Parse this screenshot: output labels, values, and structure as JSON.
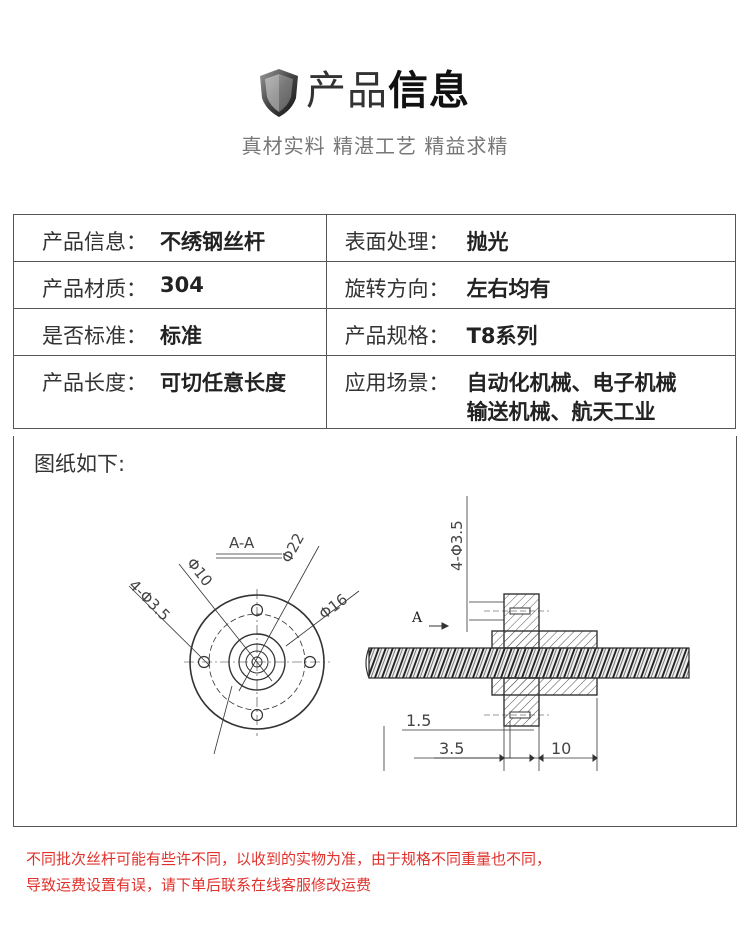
{
  "header": {
    "title_light": "产品",
    "title_bold": "信息",
    "subtitle": "真材实料 精湛工艺 精益求精"
  },
  "specs": [
    {
      "left_label": "产品信息：",
      "left_value": "不绣钢丝杆",
      "right_label": "表面处理：",
      "right_value": "抛光"
    },
    {
      "left_label": "产品材质：",
      "left_value": "304",
      "right_label": "旋转方向：",
      "right_value": "左右均有"
    },
    {
      "left_label": "是否标准：",
      "left_value": "标准",
      "right_label": "产品规格：",
      "right_value": "T8系列"
    },
    {
      "left_label": "产品长度：",
      "left_value": "可切任意长度",
      "right_label": "应用场景：",
      "right_value": "自动化机械、电子机械",
      "right_value_2": "输送机械、航天工业"
    }
  ],
  "drawing": {
    "label": "图纸如下:",
    "section_label": "A-A",
    "dim_d10": "Φ10",
    "dim_d22": "Φ22",
    "dim_d16": "Φ16",
    "dim_holes_left": "4-Φ3.5",
    "dim_holes_top": "4-Φ3.5",
    "view_a": "A",
    "dim_1_5": "1.5",
    "dim_3_5": "3.5",
    "dim_10": "10"
  },
  "notice": {
    "line1": "不同批次丝杆可能有些许不同，以收到的实物为准，由于规格不同重量也不同，",
    "line2": "导致运费设置有误，请下单后联系在线客服修改运费"
  }
}
